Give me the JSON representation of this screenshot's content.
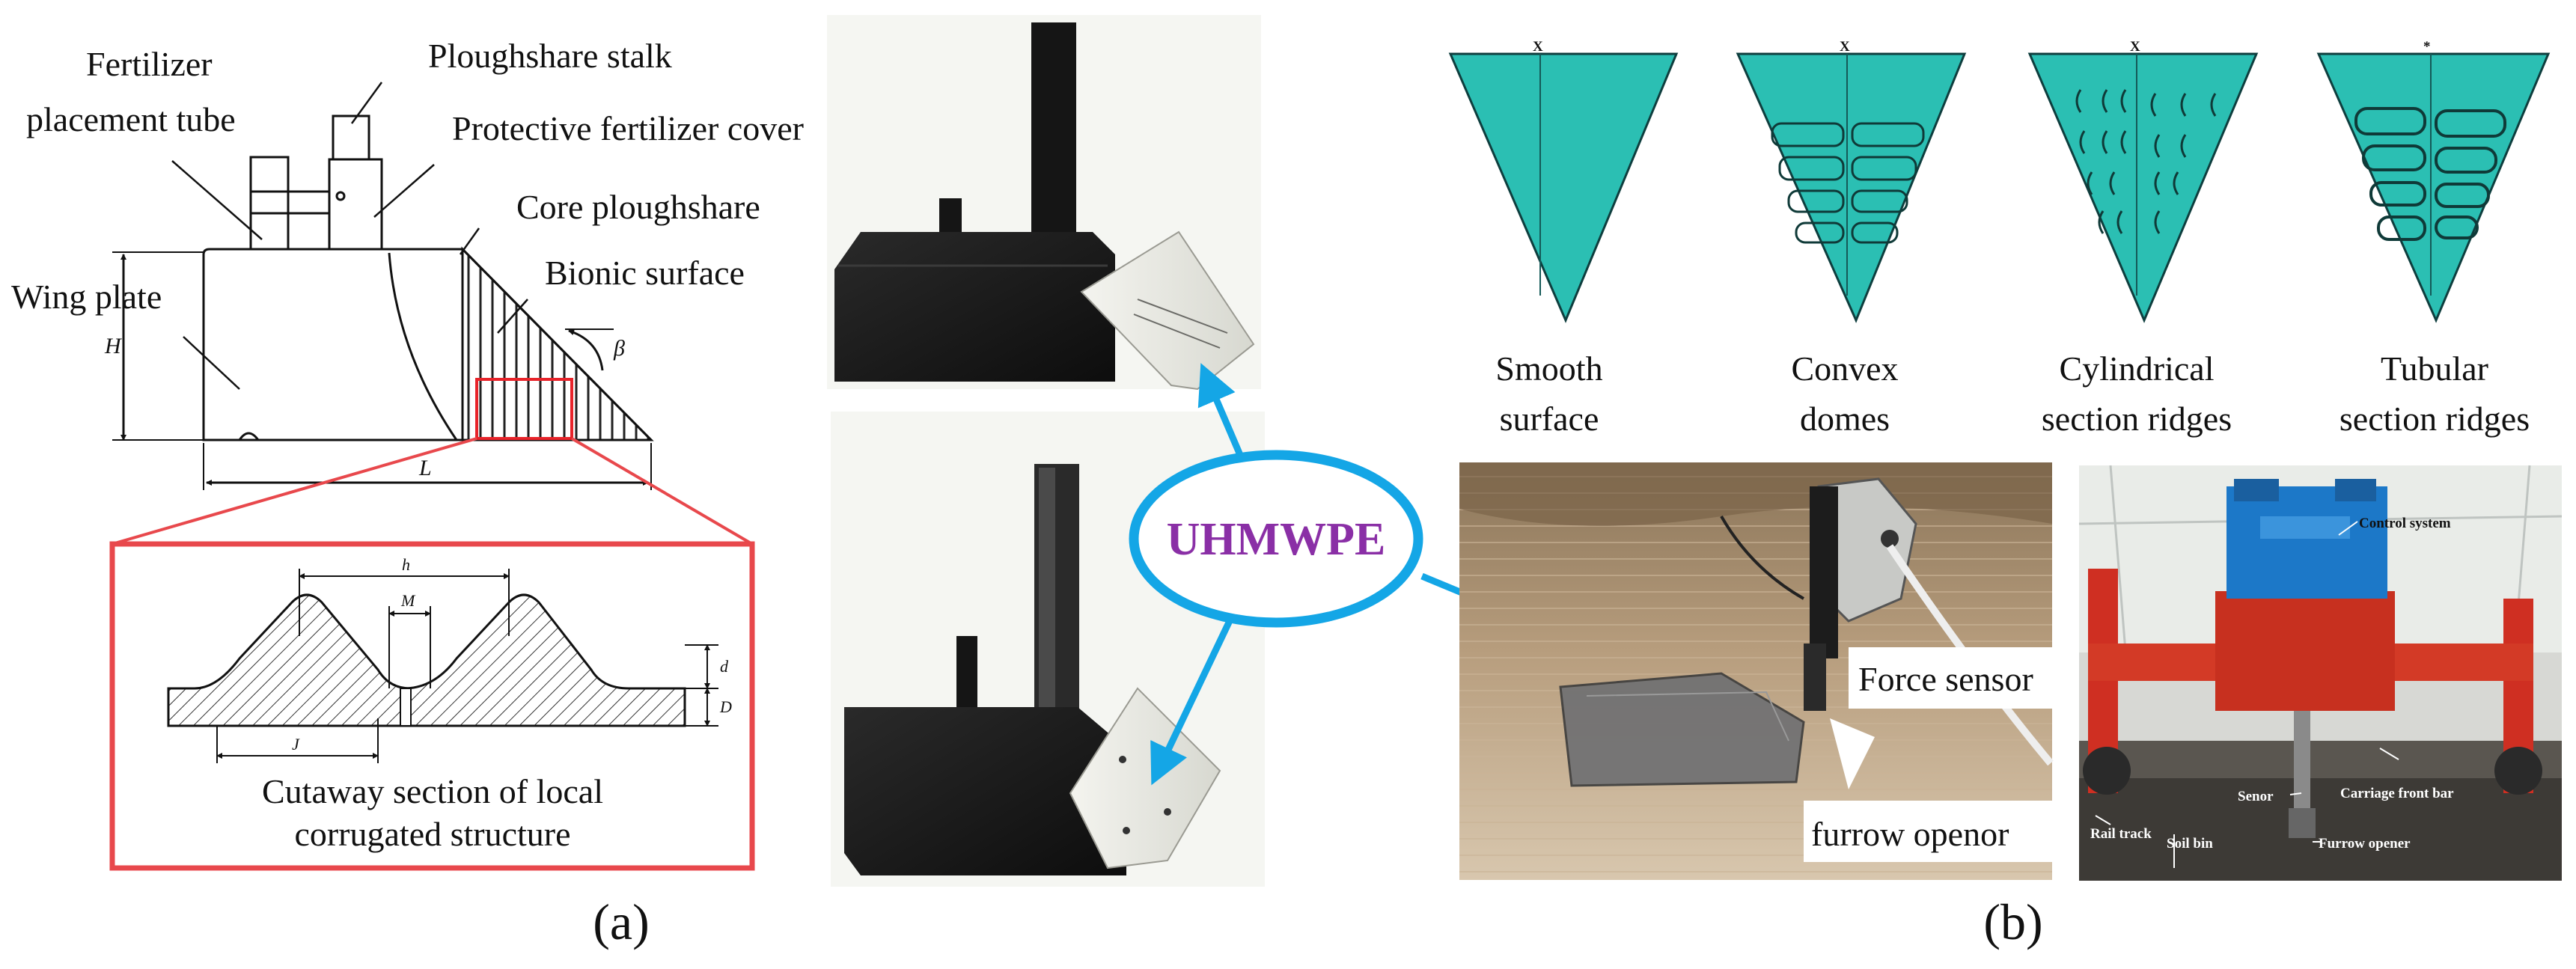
{
  "panel_a": {
    "label": "(a)",
    "callouts": {
      "fertilizer_line1": "Fertilizer",
      "fertilizer_line2": "placement tube",
      "ploughshare_stalk": "Ploughshare stalk",
      "protective_cover": "Protective fertilizer cover",
      "core_ploughshare": "Core ploughshare",
      "bionic_surface": "Bionic surface",
      "wing_plate": "Wing plate"
    },
    "dimensions": {
      "H": "H",
      "L": "L",
      "beta": "β"
    },
    "inset": {
      "caption_line1": "Cutaway section of local",
      "caption_line2": "corrugated structure",
      "dims": {
        "h": "h",
        "M": "M",
        "d": "d",
        "D": "D",
        "J": "J"
      }
    }
  },
  "center": {
    "material": "UHMWPE"
  },
  "panel_b": {
    "label": "(b)",
    "surfaces": [
      {
        "line1": "Smooth",
        "line2": "surface"
      },
      {
        "line1": "Convex",
        "line2": "domes"
      },
      {
        "line1": "Cylindrical",
        "line2": "section ridges"
      },
      {
        "line1": "Tubular",
        "line2": "section ridges"
      }
    ],
    "photo_left": {
      "force_sensor": "Force sensor",
      "furrow_openor": "furrow openor"
    },
    "photo_right": {
      "control_system": "Control system",
      "senor": "Senor",
      "carriage_front_bar": "Carriage front bar",
      "rail_track": "Rail track",
      "soil_bin": "Soil bin",
      "furrow_opener": "Furrow opener"
    }
  },
  "colors": {
    "surface_fill": "#2bbfb3",
    "inset_border": "#e8484c",
    "highlight_box": "#e8232a",
    "arrow": "#14a6e6",
    "uhmwpe_text": "#8a2fa6"
  }
}
